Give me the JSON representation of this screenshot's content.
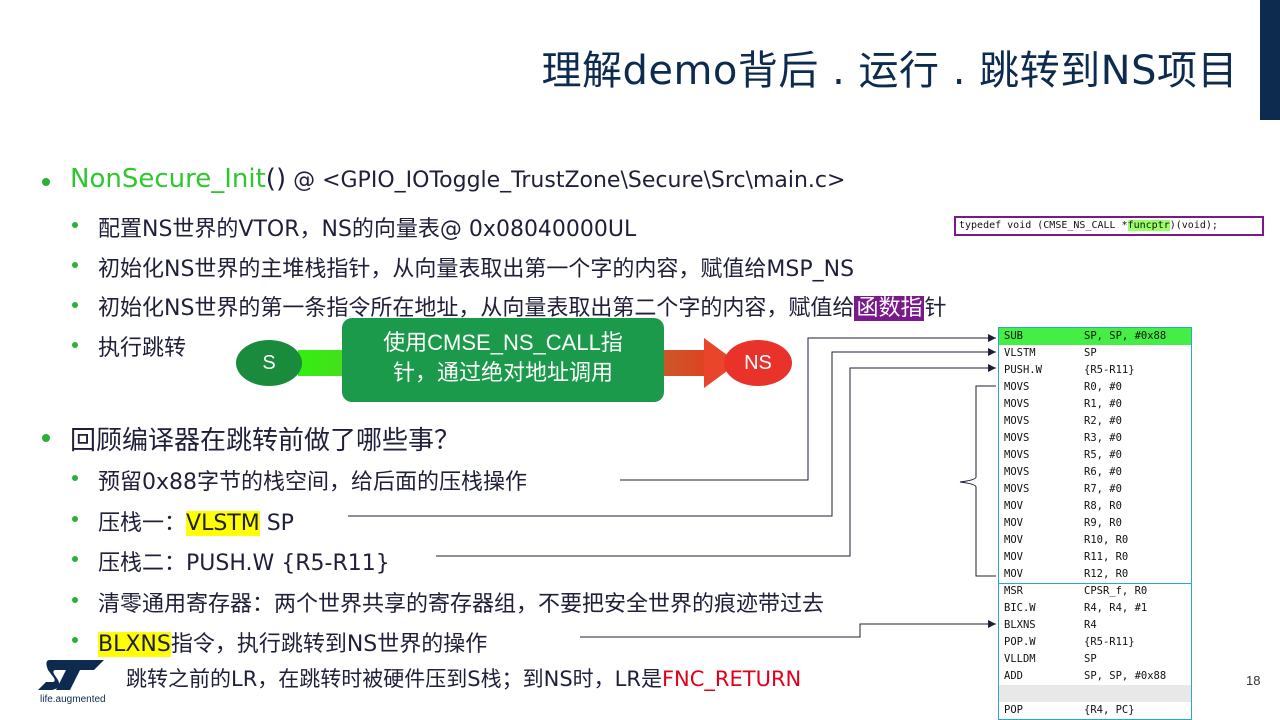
{
  "slide": {
    "title": "理解demo背后 . 运行 . 跳转到NS项目",
    "page_number": "18",
    "logo_text": "life.augmented",
    "colors": {
      "navy": "#0d2a4f",
      "green": "#2ec82e",
      "red": "#e0001b",
      "purple": "#7a1a8a",
      "yellow": "#ffff00"
    }
  },
  "section1": {
    "func_name": "NonSecure_Init",
    "func_parens": "()",
    "func_path": " @ <GPIO_IOToggle_TrustZone\\Secure\\Src\\main.c>",
    "b1": "配置NS世界的VTOR，NS的向量表@ 0x08040000UL",
    "b2": "初始化NS世界的主堆栈指针，从向量表取出第一个字的内容，赋值给MSP_NS",
    "b3_pre": "初始化NS世界的第一条指令所在地址，从向量表取出第二个字的内容，赋值给",
    "b3_hl": "函数指",
    "b3_post": "针",
    "b4": "执行跳转"
  },
  "typedef": {
    "pre": "typedef void (CMSE_NS_CALL *",
    "fn": "funcptr",
    "post": ")(void);"
  },
  "flow": {
    "from_label": "S",
    "to_label": "NS",
    "callout_line1": "使用CMSE_NS_CALL指",
    "callout_line2": "针，通过绝对地址调用"
  },
  "section2": {
    "title": "回顾编译器在跳转前做了哪些事？",
    "s1": "预留0x88字节的栈空间，给后面的压栈操作",
    "s2_pre": "压栈一：",
    "s2_hl": "VLSTM",
    "s2_post": " SP",
    "s3": "压栈二：PUSH.W {R5-R11}",
    "s4": "清零通用寄存器：两个世界共享的寄存器组，不要把安全世界的痕迹带过去",
    "s5_hl": "BLXNS",
    "s5_post": "指令，执行跳转到NS世界的操作"
  },
  "footer": {
    "note_pre": "跳转之前的LR，在跳转时被硬件压到S栈；到NS时，LR是",
    "note_red": "FNC_RETURN"
  },
  "asm": [
    {
      "op": "SUB",
      "arg": "SP, SP, #0x88"
    },
    {
      "op": "VLSTM",
      "arg": "SP"
    },
    {
      "op": "PUSH.W",
      "arg": "{R5-R11}"
    },
    {
      "op": "MOVS",
      "arg": "R0, #0"
    },
    {
      "op": "MOVS",
      "arg": "R1, #0"
    },
    {
      "op": "MOVS",
      "arg": "R2, #0"
    },
    {
      "op": "MOVS",
      "arg": "R3, #0"
    },
    {
      "op": "MOVS",
      "arg": "R5, #0"
    },
    {
      "op": "MOVS",
      "arg": "R6, #0"
    },
    {
      "op": "MOVS",
      "arg": "R7, #0"
    },
    {
      "op": "MOV",
      "arg": "R8, R0"
    },
    {
      "op": "MOV",
      "arg": "R9, R0"
    },
    {
      "op": "MOV",
      "arg": "R10, R0"
    },
    {
      "op": "MOV",
      "arg": "R11, R0"
    },
    {
      "op": "MOV",
      "arg": "R12, R0"
    },
    {
      "op": "MSR",
      "arg": "CPSR_f, R0"
    },
    {
      "op": "BIC.W",
      "arg": "R4, R4, #1"
    },
    {
      "op": "BLXNS",
      "arg": "R4"
    },
    {
      "op": "POP.W",
      "arg": "{R5-R11}"
    },
    {
      "op": "VLLDM",
      "arg": "SP"
    },
    {
      "op": "ADD",
      "arg": "SP, SP, #0x88"
    },
    {
      "op": "",
      "arg": ""
    },
    {
      "op": "POP",
      "arg": "{R4, PC}"
    }
  ]
}
